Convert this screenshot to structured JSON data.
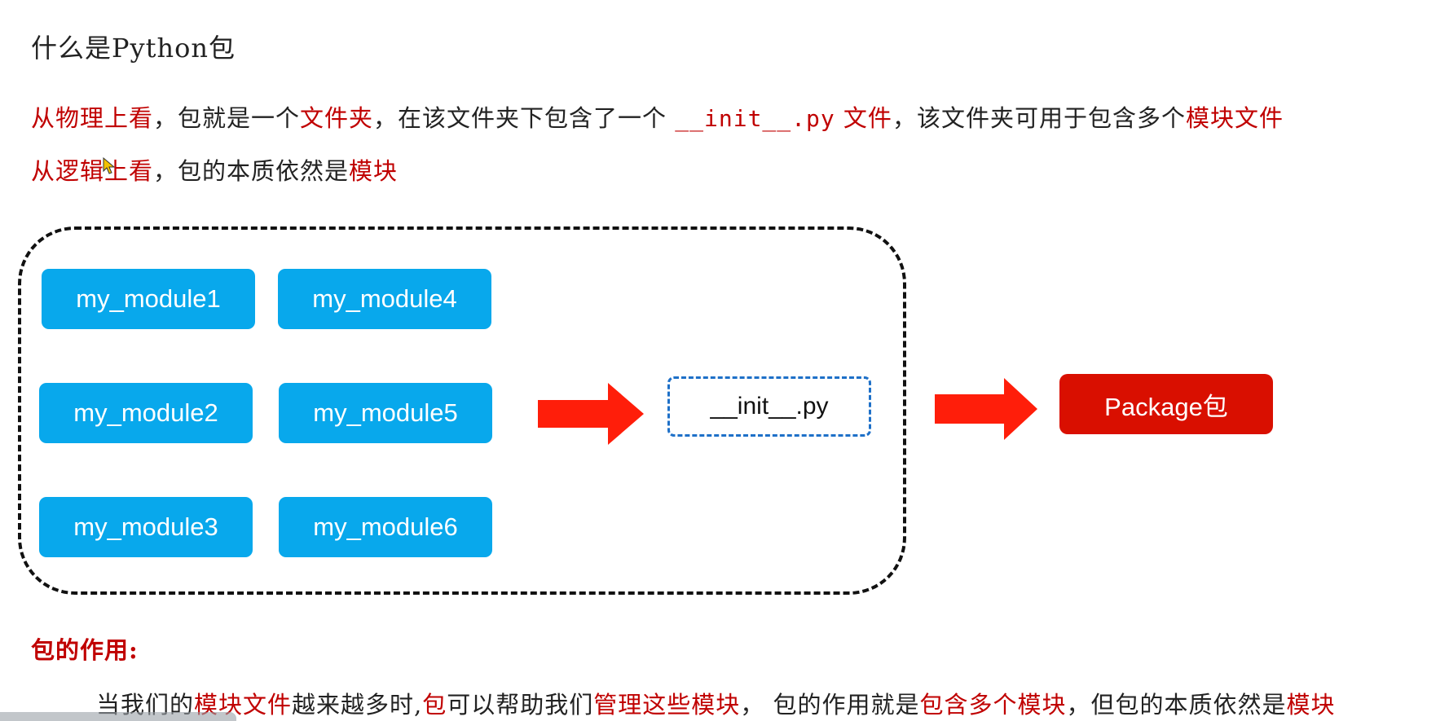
{
  "title": "什么是Python包",
  "line1": {
    "s1": "从物理上看",
    "s2": "，包就是一个",
    "s3": "文件夹",
    "s4": "，在该文件夹下包含了一个 ",
    "s5": "__init__.py",
    "s6": " 文件",
    "s7": "，该文件夹可用于包含多个",
    "s8": "模块文件"
  },
  "line2": {
    "s1": "从逻辑上看",
    "s2": "，包的本质依然是",
    "s3": "模块"
  },
  "diagram": {
    "modules": [
      "my_module1",
      "my_module2",
      "my_module3",
      "my_module4",
      "my_module5",
      "my_module6"
    ],
    "init_file": "__init__.py",
    "package": "Package包",
    "colors": {
      "module_fill": "#08a8ec",
      "init_border": "#1e70c8",
      "arrow": "#ff1e0a",
      "package_fill": "#d90f00"
    }
  },
  "role": {
    "title": "包的作用:",
    "s1": "当我们的",
    "s2": "模块文件",
    "s3": "越来越多时,",
    "s4": "包",
    "s5": "可以帮助我们",
    "s6": "管理这些模块",
    "s7": "， 包的作用就是",
    "s8": "包含多个模块",
    "s9": "，但包的本质依然是",
    "s10": "模块"
  }
}
